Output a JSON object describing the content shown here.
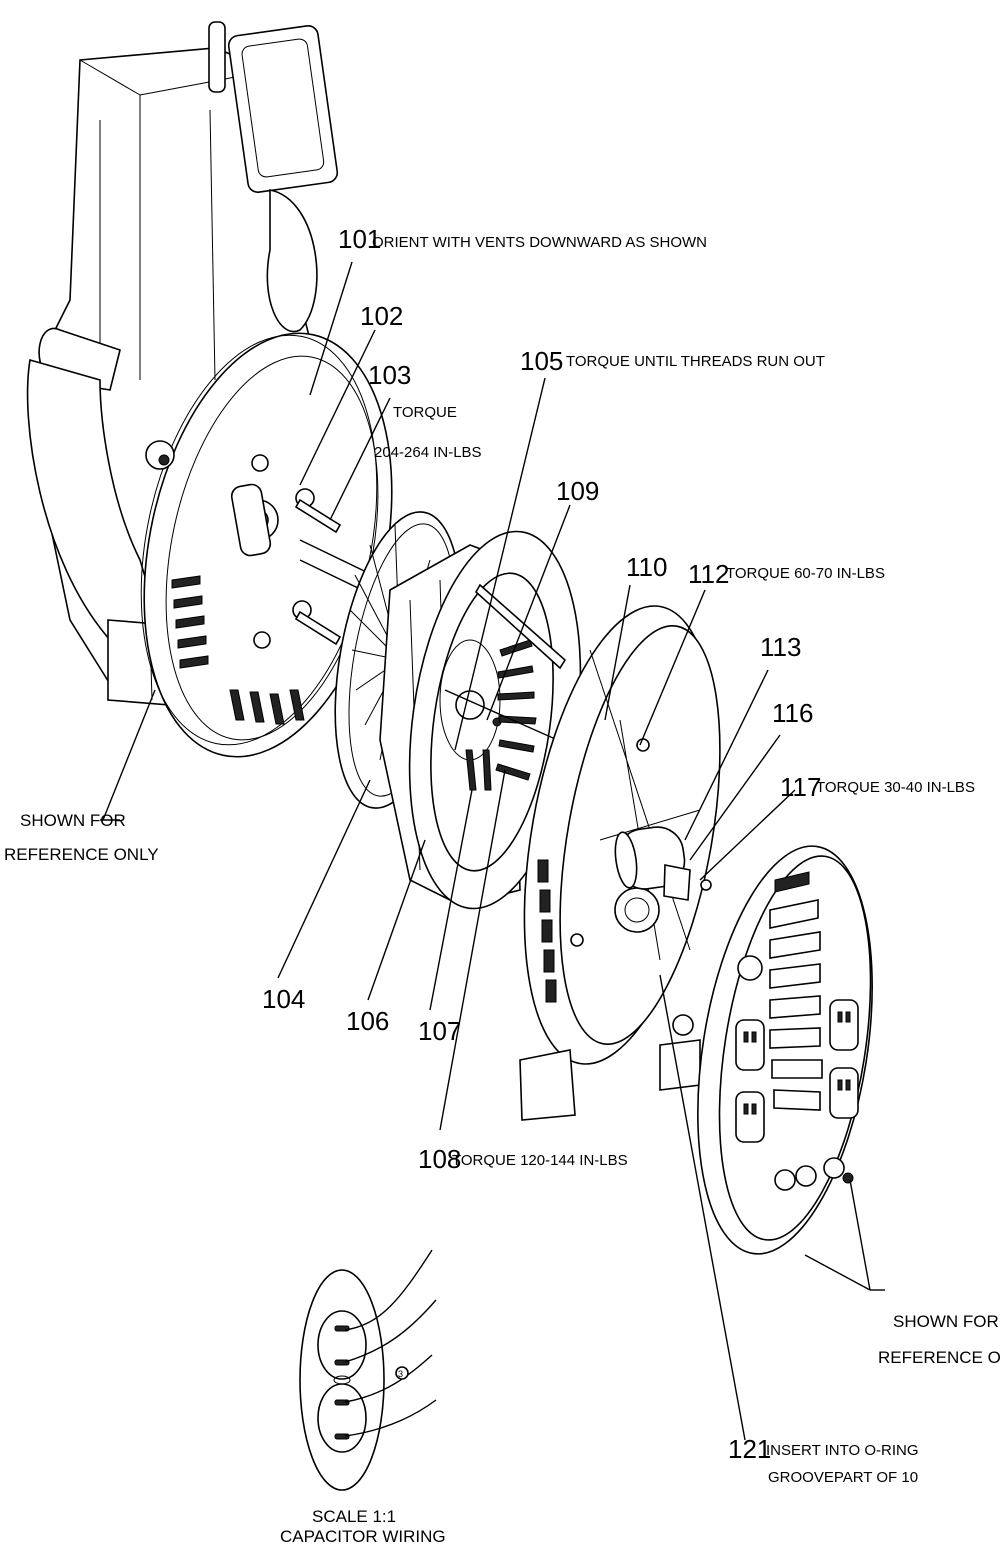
{
  "callouts": [
    {
      "id": "101",
      "number": "101",
      "note": "ORIENT WITH VENTS DOWNWARD AS SHOWN"
    },
    {
      "id": "102",
      "number": "102",
      "note": ""
    },
    {
      "id": "103",
      "number": "103",
      "note": "TORQUE",
      "note2": "204-264 IN-LBS"
    },
    {
      "id": "104",
      "number": "104",
      "note": ""
    },
    {
      "id": "105",
      "number": "105",
      "note": "TORQUE UNTIL THREADS RUN OUT"
    },
    {
      "id": "106",
      "number": "106",
      "note": ""
    },
    {
      "id": "107",
      "number": "107",
      "note": ""
    },
    {
      "id": "108",
      "number": "108",
      "note": "TORQUE 120-144 IN-LBS"
    },
    {
      "id": "109",
      "number": "109",
      "note": ""
    },
    {
      "id": "110",
      "number": "110",
      "note": ""
    },
    {
      "id": "112",
      "number": "112",
      "note": "TORQUE 60-70 IN-LBS"
    },
    {
      "id": "113",
      "number": "113",
      "note": ""
    },
    {
      "id": "116",
      "number": "116",
      "note": ""
    },
    {
      "id": "117",
      "number": "117",
      "note": "TORQUE 30-40 IN-LBS"
    },
    {
      "id": "121",
      "number": "121",
      "note": "INSERT INTO O-RING",
      "note2": "GROOVEPART OF 10"
    }
  ],
  "reference_left": {
    "line1": "SHOWN FOR",
    "line2": "REFERENCE ONLY"
  },
  "reference_right": {
    "line1": "SHOWN FOR",
    "line2": "REFERENCE ONLY"
  },
  "detail": {
    "scale": "SCALE 1:1",
    "caption": "CAPACITOR WIRING",
    "marker": "3"
  }
}
